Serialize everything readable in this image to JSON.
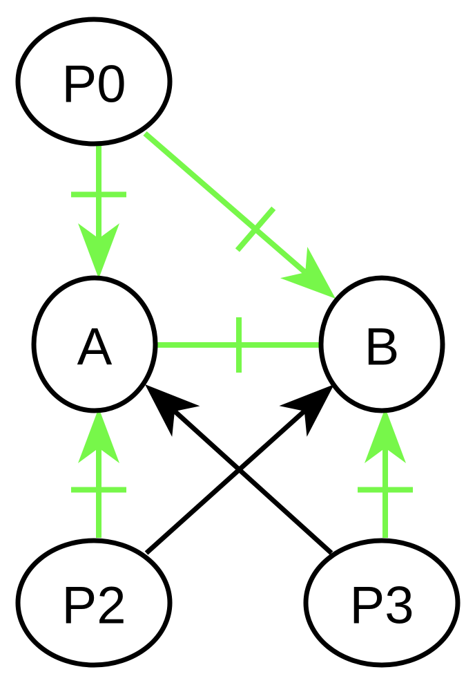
{
  "colors": {
    "green": "#77f74a",
    "black": "#000000",
    "background": "#ffffff"
  },
  "nodes": [
    {
      "id": "P0",
      "label": "P0"
    },
    {
      "id": "A",
      "label": "A"
    },
    {
      "id": "B",
      "label": "B"
    },
    {
      "id": "P2",
      "label": "P2"
    },
    {
      "id": "P3",
      "label": "P3"
    }
  ],
  "edges": [
    {
      "from": "P0",
      "to": "A",
      "color": "green",
      "arrowhead": "normal",
      "tick": true
    },
    {
      "from": "P0",
      "to": "B",
      "color": "green",
      "arrowhead": "normal",
      "tick": true
    },
    {
      "from": "A",
      "to": "B",
      "color": "green",
      "arrowhead": "none",
      "tick": true
    },
    {
      "from": "P2",
      "to": "A",
      "color": "green",
      "arrowhead": "normal",
      "tick": true
    },
    {
      "from": "P3",
      "to": "B",
      "color": "green",
      "arrowhead": "normal",
      "tick": true
    },
    {
      "from": "P2",
      "to": "B",
      "color": "black",
      "arrowhead": "normal",
      "tick": false
    },
    {
      "from": "P3",
      "to": "A",
      "color": "black",
      "arrowhead": "normal",
      "tick": false
    }
  ]
}
